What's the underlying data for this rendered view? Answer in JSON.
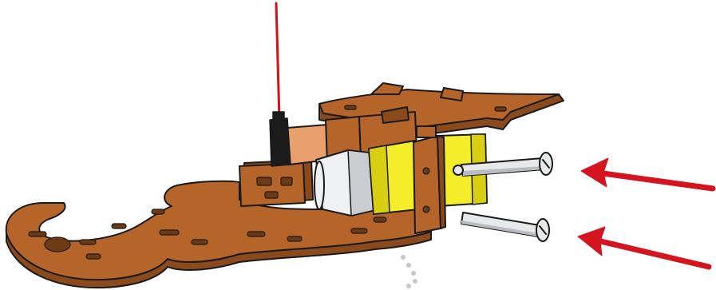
{
  "colors": {
    "background": "#ffffff",
    "chassis": "#b5652a",
    "chassis_dark": "#8a4a1c",
    "chassis_edge": "#6e3a14",
    "bracket": "#c8742f",
    "motor_gearbox": "#f4ee2a",
    "motor_gearbox_dark": "#d8cf12",
    "motor_body": "#eef0f2",
    "motor_shade": "#c9cdd2",
    "battery_pack": "#e8a06c",
    "screw": "#e6e8ea",
    "screw_shade": "#b9bcc0",
    "wire_red": "#d0121b",
    "connector_black": "#1b1b1b",
    "arrow_red": "#d4141f",
    "outline": "#1a1a1a"
  },
  "illustration": {
    "subject": "robot-car-chassis-motor-mount",
    "arrows": [
      {
        "id": "upper-screw-arrow",
        "direction": "left"
      },
      {
        "id": "lower-screw-arrow",
        "direction": "left"
      }
    ],
    "screws": [
      {
        "id": "upper-mount-screw"
      },
      {
        "id": "lower-mount-screw"
      }
    ]
  }
}
